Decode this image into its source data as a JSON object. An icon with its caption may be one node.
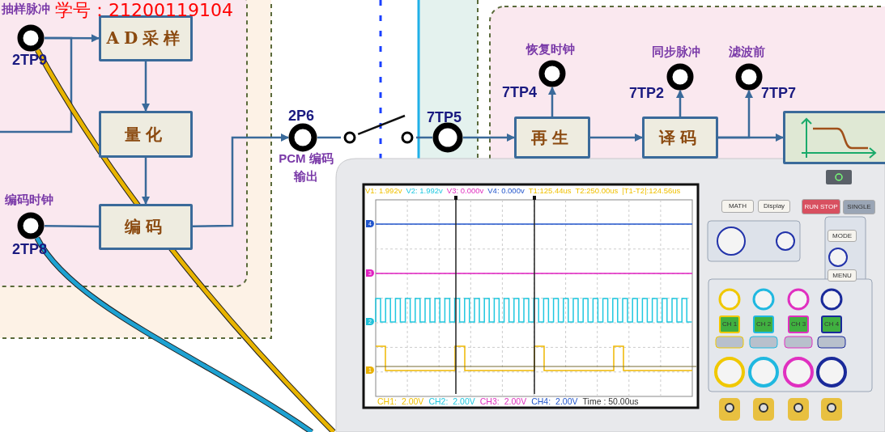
{
  "diagram": {
    "nodes": [
      {
        "text": [
          "抽样脉冲",
          "2TP9"
        ]
      },
      {
        "text": [
          "AD采样"
        ]
      },
      {
        "text": [
          "量化"
        ]
      },
      {
        "text": [
          "编码"
        ]
      },
      {
        "text": [
          "编码时钟",
          "2TP8"
        ]
      },
      {
        "text": [
          "2P6",
          "PCM 编码输出"
        ]
      },
      {
        "text": [],
        "shape": "circle"
      },
      {
        "text": [],
        "shape": "circle"
      },
      {
        "text": [
          "7TP5"
        ]
      },
      {
        "text": [
          "再生"
        ]
      },
      {
        "text": [
          "恢复时钟",
          "7TP4"
        ]
      },
      {
        "text": [
          "译码"
        ]
      },
      {
        "text": [
          "同步脉冲",
          "7TP2"
        ]
      },
      {
        "text": [
          "滤波前",
          "7TP7"
        ]
      },
      {
        "text": [],
        "shape": "box"
      }
    ],
    "edges": [
      {
        "from": 0,
        "to": 1,
        "arrow": "to"
      },
      {
        "from": 0,
        "to": null,
        "arrow": "none"
      },
      {
        "from": 1,
        "to": 2,
        "arrow": "to"
      },
      {
        "from": 2,
        "to": 3,
        "arrow": "to"
      },
      {
        "from": 4,
        "to": 3,
        "arrow": "none"
      },
      {
        "from": 3,
        "to": 5,
        "arrow": "to"
      },
      {
        "from": 5,
        "to": 6,
        "arrow": "none"
      },
      {
        "from": 6,
        "to": null,
        "arrow": "none",
        "color": "#111111"
      },
      {
        "from": 7,
        "to": 8,
        "arrow": "none"
      },
      {
        "from": 8,
        "to": 9,
        "arrow": "to"
      },
      {
        "from": 9,
        "to": 10,
        "arrow": "to"
      },
      {
        "from": 9,
        "to": 11,
        "arrow": "to"
      },
      {
        "from": 11,
        "to": 12,
        "arrow": "to"
      },
      {
        "from": 11,
        "to": 13,
        "arrow": "to"
      },
      {
        "from": 11,
        "to": 14,
        "arrow": "to"
      },
      {
        "from": 0,
        "to": null,
        "arrow": "none",
        "style": "thick",
        "color": "#e8b400"
      },
      {
        "from": 4,
        "to": null,
        "arrow": "none",
        "style": "thick",
        "color": "#1ea2d2"
      }
    ],
    "labels": [
      "学号：21200119104",
      "V1: 1.992v",
      "V2: 1.992v",
      "V3: 0.000v",
      "V4: 0.000v",
      "T1:125.44us",
      "T2:250.00us",
      "|T1-T2|:124.56us",
      "4",
      "3",
      "2",
      "1",
      "CH1:",
      "2.00V",
      "CH2:",
      "2.00V",
      "CH3:",
      "2.00V",
      "CH4:",
      "2.00V",
      "Time : 50.00us",
      "MATH",
      "Display",
      "RUN STOP",
      "SINGLE",
      "MODE",
      "MENU",
      "CH 1",
      "CH 2",
      "CH 3",
      "CH 4"
    ]
  }
}
